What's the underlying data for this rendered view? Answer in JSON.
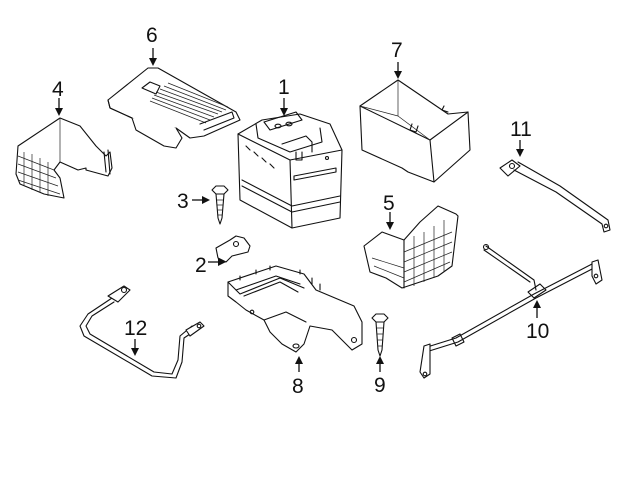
{
  "diagram": {
    "type": "exploded-parts-diagram",
    "subject": "battery assembly",
    "line_color": "#111111",
    "background": "#ffffff",
    "callouts": [
      {
        "id": "1",
        "label": "1",
        "part": "battery"
      },
      {
        "id": "2",
        "label": "2",
        "part": "hold-down clamp"
      },
      {
        "id": "3",
        "label": "3",
        "part": "clamp bolt"
      },
      {
        "id": "4",
        "label": "4",
        "part": "side shield"
      },
      {
        "id": "5",
        "label": "5",
        "part": "battery holder shield"
      },
      {
        "id": "6",
        "label": "6",
        "part": "battery cover"
      },
      {
        "id": "7",
        "label": "7",
        "part": "insulator box"
      },
      {
        "id": "8",
        "label": "8",
        "part": "battery tray"
      },
      {
        "id": "9",
        "label": "9",
        "part": "tray bolt"
      },
      {
        "id": "10",
        "label": "10",
        "part": "positive cable harness"
      },
      {
        "id": "11",
        "label": "11",
        "part": "ground strap"
      },
      {
        "id": "12",
        "label": "12",
        "part": "negative cable"
      }
    ]
  }
}
